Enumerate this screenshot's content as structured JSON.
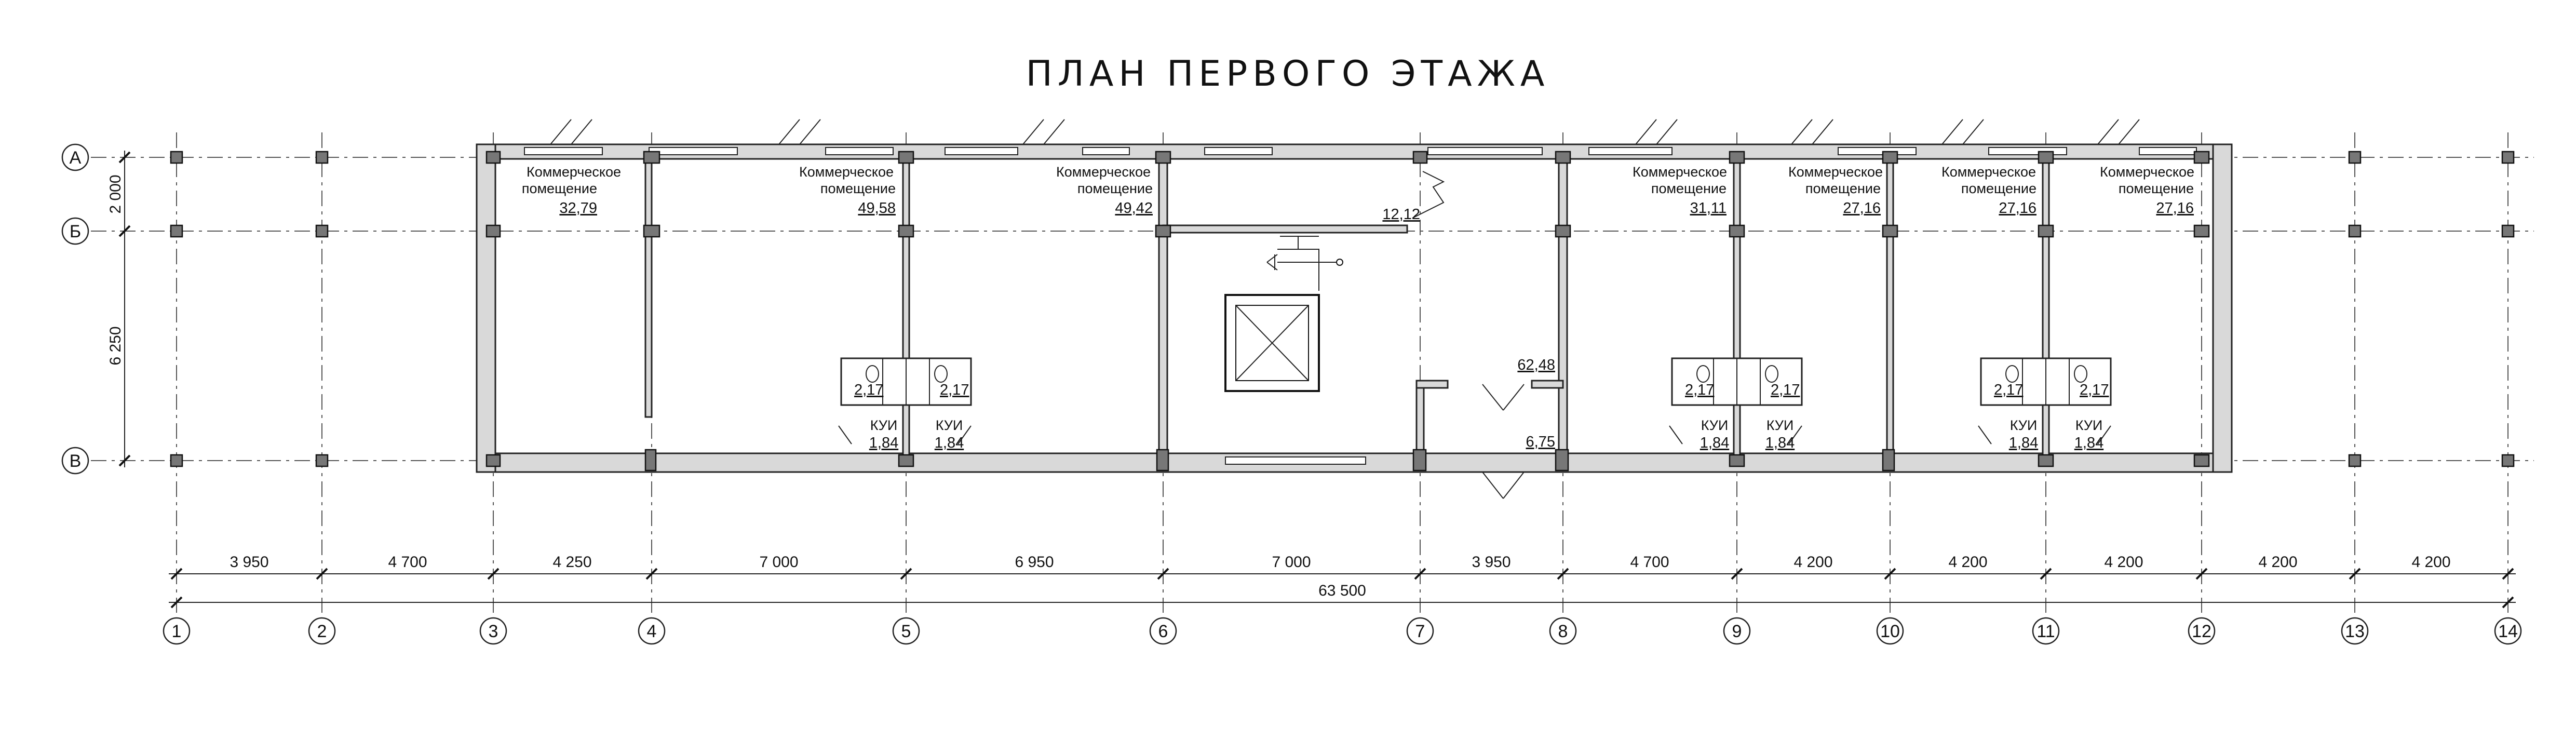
{
  "title": "ПЛАН ПЕРВОГО ЭТАЖА",
  "row_axes": [
    "А",
    "Б",
    "В"
  ],
  "row_dimensions": [
    "2 000",
    "6 250"
  ],
  "column_axes": [
    "1",
    "2",
    "3",
    "4",
    "5",
    "6",
    "7",
    "8",
    "9",
    "10",
    "11",
    "12",
    "13",
    "14"
  ],
  "column_dimensions": [
    "3 950",
    "4 700",
    "4 250",
    "7 000",
    "6 950",
    "7 000",
    "3 950",
    "4 700",
    "4 200",
    "4 200",
    "4 200",
    "4 200",
    "4 200"
  ],
  "total_dimension": "63 500",
  "rooms": [
    {
      "label": "Коммерческое помещение",
      "area": "32,79"
    },
    {
      "label": "Коммерческое помещение",
      "area": "49,58"
    },
    {
      "label": "Коммерческое помещение",
      "area": "49,42"
    },
    {
      "label": "Коммерческое помещение",
      "area": "31,11"
    },
    {
      "label": "Коммерческое помещение",
      "area": "27,16"
    },
    {
      "label": "Коммерческое помещение",
      "area": "27,16"
    },
    {
      "label": "Коммерческое помещение",
      "area": "27,16"
    }
  ],
  "hall_areas": [
    "12,12",
    "62,48",
    "6,75"
  ],
  "wc_label": "КУИ",
  "wc_area": "1,84",
  "wc_small_area": "2,17"
}
